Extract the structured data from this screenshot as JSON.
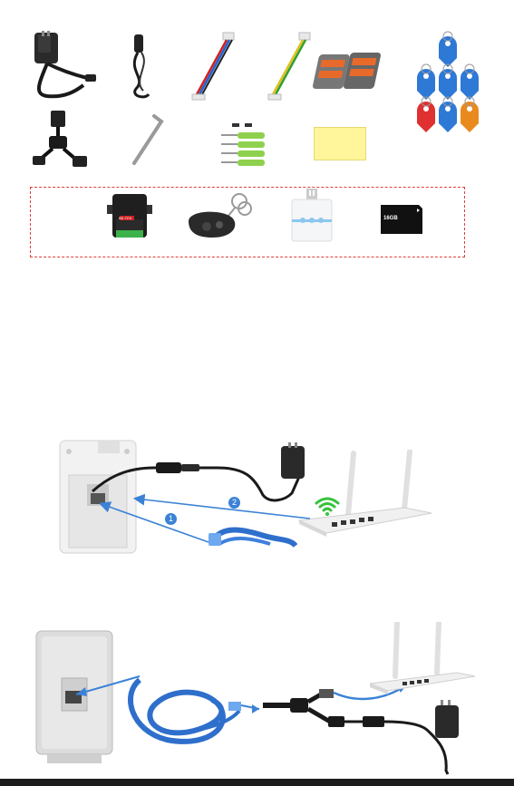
{
  "colors": {
    "optional_border": "#e0403a",
    "cable_blue": "#2f6fcc",
    "arrow_blue": "#3b82d6",
    "wifi_green": "#34c23a",
    "sticky_note": "#fff59a",
    "tag_blue": "#2e78d6",
    "tag_red": "#e03030",
    "tag_orange": "#e98a1e"
  },
  "accessories": {
    "adapter_icon": "power-adapter",
    "dc_cable_icon": "dc-pigtail-cable",
    "ribbon_cable_icon": "red-blue-wire-harness",
    "yellow_cable_icon": "yellow-green-wire-harness",
    "wire_connectors_icon": "lever-wire-connectors",
    "rfid_tags_icon": "rfid-key-fobs",
    "poe_splitter_icon": "ethernet-power-splitter",
    "allen_key_icon": "hex-key",
    "screws_icon": "screws-and-anchors",
    "sticky_note_icon": "blank-label"
  },
  "optional": {
    "power_module_label": "BK-TEK",
    "remote_icon": "remote-key-fob",
    "chime_icon": "wireless-chime",
    "sd_card_label": "16GB"
  },
  "diagram1": {
    "router_step": "2",
    "ethernet_step": "1"
  }
}
